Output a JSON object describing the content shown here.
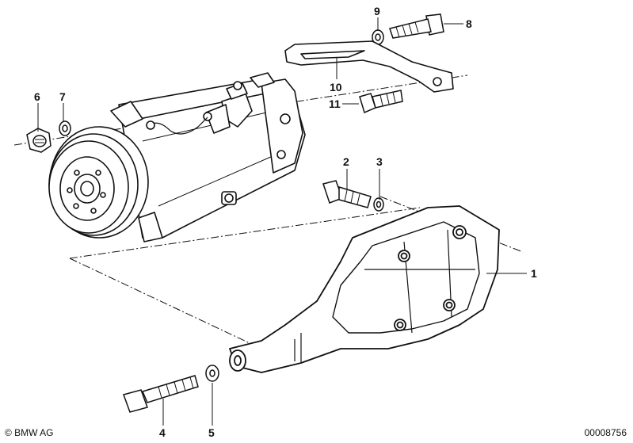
{
  "diagram": {
    "callouts": [
      {
        "id": "1",
        "label": "1"
      },
      {
        "id": "2",
        "label": "2"
      },
      {
        "id": "3",
        "label": "3"
      },
      {
        "id": "4",
        "label": "4"
      },
      {
        "id": "5",
        "label": "5"
      },
      {
        "id": "6",
        "label": "6"
      },
      {
        "id": "7",
        "label": "7"
      },
      {
        "id": "8",
        "label": "8"
      },
      {
        "id": "9",
        "label": "9"
      },
      {
        "id": "10",
        "label": "10"
      },
      {
        "id": "11",
        "label": "11"
      }
    ]
  },
  "footer": {
    "copyright": "© BMW AG",
    "diagram_number": "00008756"
  },
  "colors": {
    "ink": "#111111",
    "background": "#ffffff"
  }
}
